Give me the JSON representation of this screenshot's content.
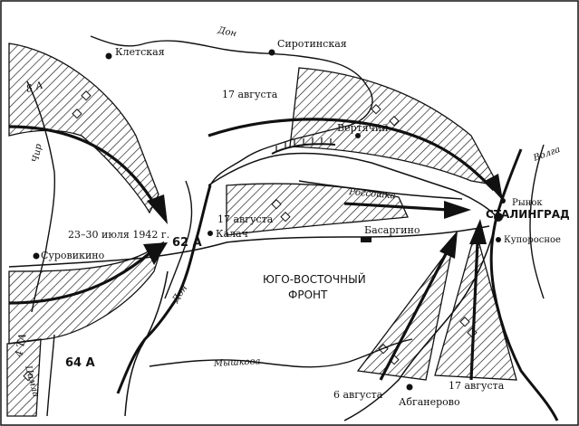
{
  "map": {
    "places": {
      "kletskaya": "Клетская",
      "sirotinskaya": "Сиротинская",
      "vertyachiy": "Вертячий",
      "stalingrad": "СТАЛИНГРАД",
      "rynok": "Рынок",
      "kuporosnoe": "Купоросное",
      "kalach": "Калач",
      "basargino": "Басаргино",
      "surovikino": "Суровикино",
      "abganerovo": "Абганерово"
    },
    "rivers": {
      "don_north": "Дон",
      "don_south": "Дон",
      "volga": "Волга",
      "chir": "Чир",
      "rossoshka": "Россошка",
      "myshkova": "Мышкова",
      "tsimla": "Цимла"
    },
    "armies": {
      "a62": "62 А",
      "a64": "64 А",
      "a8": "8 А",
      "a4": "4 ТА"
    },
    "front_label_line1": "ЮГО-ВОСТОЧНЫЙ",
    "front_label_line2": "ФРОНТ",
    "dates": {
      "july": "23–30 июля 1942 г.",
      "aug17_north": "17 августа",
      "aug17_kalach": "17 августа",
      "aug17_south": "17 августа",
      "aug6": "6 августа"
    }
  }
}
